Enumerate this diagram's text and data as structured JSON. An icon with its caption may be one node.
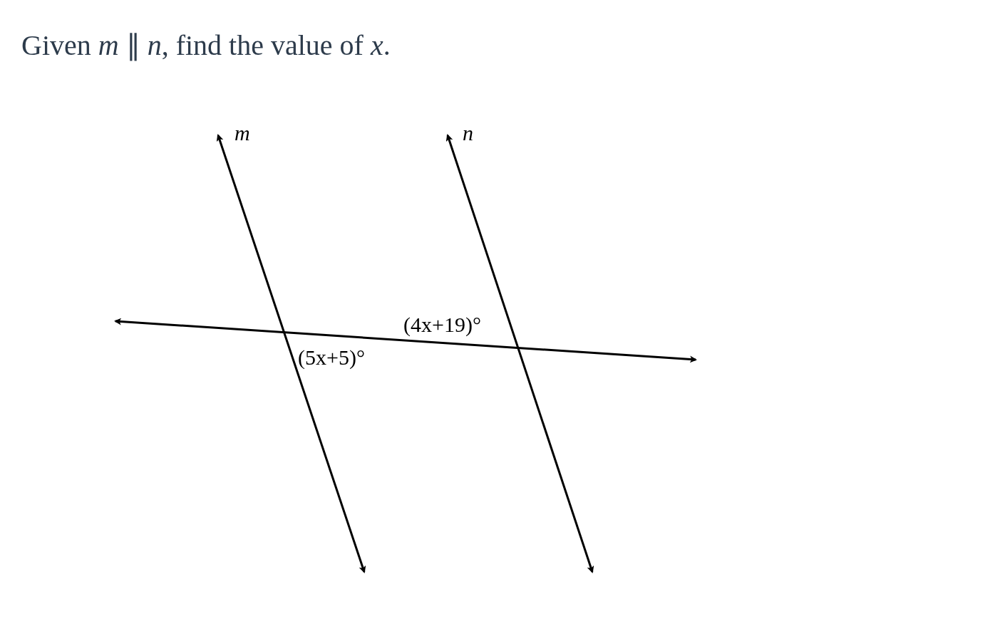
{
  "diagram": {
    "title": "Given *m* ∥ *n*, find the value of *x*.",
    "labels": [
      "m",
      "n",
      "(4x+19)°",
      "(5x+5)°"
    ]
  }
}
